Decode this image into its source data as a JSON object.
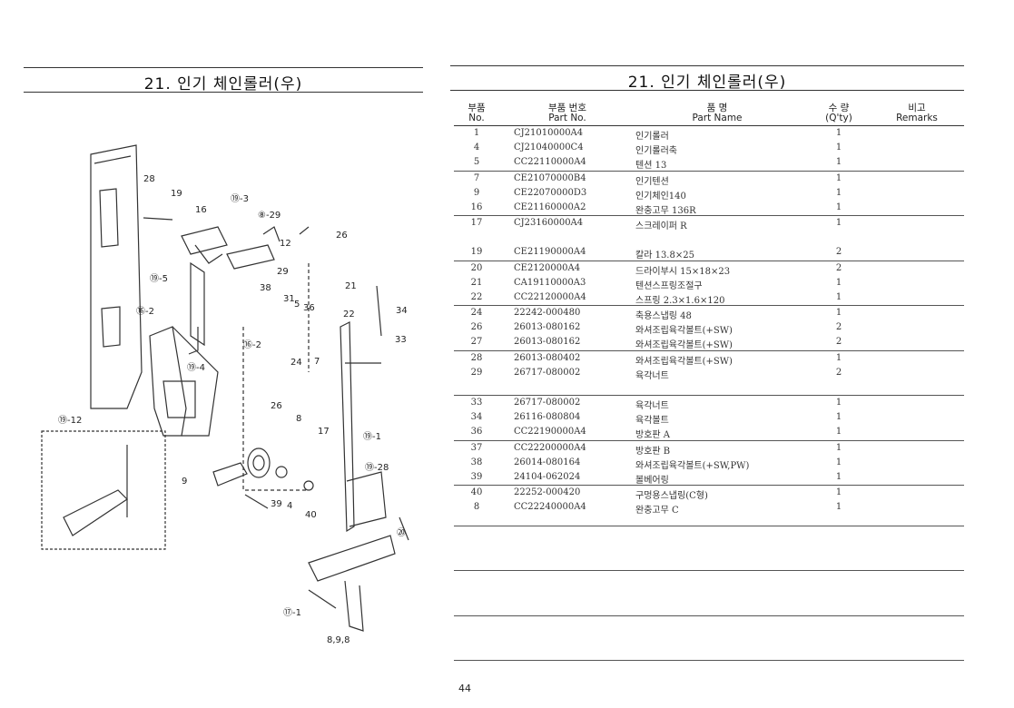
{
  "left_title": "21. 인기 체인롤러(우)",
  "right_title": "21. 인기 체인롤러(우)",
  "table": {
    "headers": {
      "no_ko": "부품",
      "no_en": "No.",
      "pn_ko": "부품 번호",
      "pn_en": "Part No.",
      "name_ko": "품 명",
      "name_en": "Part Name",
      "qty_ko": "수 량",
      "qty_en": "(Q'ty)",
      "rem_ko": "비고",
      "rem_en": "Remarks"
    },
    "rows": [
      {
        "no": "1",
        "pn": "CJ21010000A4",
        "name": "인기롤러",
        "qty": "1"
      },
      {
        "no": "4",
        "pn": "CJ21040000C4",
        "name": "인기롤러축",
        "qty": "1"
      },
      {
        "no": "5",
        "pn": "CC22110000A4",
        "name": "텐션 13",
        "qty": "1"
      },
      {
        "no": "7",
        "pn": "CE21070000B4",
        "name": "인기텐션",
        "qty": "1"
      },
      {
        "no": "9",
        "pn": "CE22070000D3",
        "name": "인기체인140",
        "qty": "1"
      },
      {
        "no": "16",
        "pn": "CE21160000A2",
        "name": "완충고무 136R",
        "qty": "1"
      },
      {
        "no": "17",
        "pn": "CJ23160000A4",
        "name": "스크레이퍼 R",
        "qty": "1"
      },
      {
        "no": "19",
        "pn": "CE21190000A4",
        "name": "칼라 13.8×25",
        "qty": "2"
      },
      {
        "no": "20",
        "pn": "CE2120000A4",
        "name": "드라이부시 15×18×23",
        "qty": "2"
      },
      {
        "no": "21",
        "pn": "CA19110000A3",
        "name": "텐션스프링조절구",
        "qty": "1"
      },
      {
        "no": "22",
        "pn": "CC22120000A4",
        "name": "스프링 2.3×1.6×120",
        "qty": "1"
      },
      {
        "no": "24",
        "pn": "22242-000480",
        "name": "축용스냅링 48",
        "qty": "1"
      },
      {
        "no": "26",
        "pn": "26013-080162",
        "name": "와셔조립육각볼트(+SW)",
        "qty": "2"
      },
      {
        "no": "27",
        "pn": "26013-080162",
        "name": "와셔조립육각볼트(+SW)",
        "qty": "2"
      },
      {
        "no": "28",
        "pn": "26013-080402",
        "name": "와셔조립육각볼트(+SW)",
        "qty": "1"
      },
      {
        "no": "29",
        "pn": "26717-080002",
        "name": "육각너트",
        "qty": "2"
      },
      {
        "no": "33",
        "pn": "26717-080002",
        "name": "육각너트",
        "qty": "1"
      },
      {
        "no": "34",
        "pn": "26116-080804",
        "name": "육각볼트",
        "qty": "1"
      },
      {
        "no": "36",
        "pn": "CC22190000A4",
        "name": "방호판 A",
        "qty": "1"
      },
      {
        "no": "37",
        "pn": "CC22200000A4",
        "name": "방호판 B",
        "qty": "1"
      },
      {
        "no": "38",
        "pn": "26014-080164",
        "name": "와셔조립육각볼트(+SW,PW)",
        "qty": "1"
      },
      {
        "no": "39",
        "pn": "24104-062024",
        "name": "볼베어링",
        "qty": "1"
      },
      {
        "no": "40",
        "pn": "22252-000420",
        "name": "구멍용스냅링(C형)",
        "qty": "1"
      },
      {
        "no": "8",
        "pn": "CC22240000A4",
        "name": "완충고무 C",
        "qty": "1"
      }
    ]
  },
  "diagram_labels": [
    "28",
    "19",
    "16",
    "⑲-3",
    "⑧-29",
    "12",
    "26",
    "⑲-5",
    "29",
    "⑯-2",
    "21",
    "38",
    "31",
    "5",
    "36",
    "22",
    "34",
    "⑯-2",
    "33",
    "24",
    "7",
    "⑲-4",
    "⑲-12",
    "26",
    "8",
    "17",
    "⑲-1",
    "9",
    "39",
    "4",
    "40",
    "⑲-28",
    "⑳",
    "⑰-1",
    "8,9,8"
  ],
  "page_number": "44"
}
